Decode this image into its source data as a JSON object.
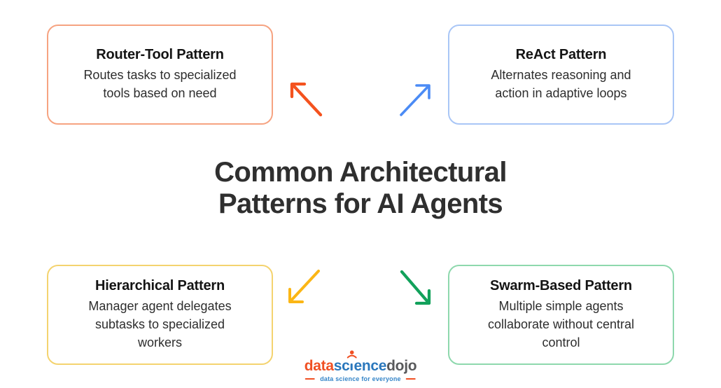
{
  "title": {
    "line1": "Common Architectural",
    "line2": "Patterns for AI Agents"
  },
  "title_color": "#2F2F2F",
  "background_color": "#FFFFFF",
  "cards": [
    {
      "id": "router-tool",
      "title": "Router-Tool Pattern",
      "description": "Routes tasks to specialized\ntools based on need",
      "border_color": "#F6A381",
      "arrow_color": "#F4521E",
      "arrow_direction": "up-left"
    },
    {
      "id": "react",
      "title": "ReAct Pattern",
      "description": "Alternates reasoning and\naction in adaptive loops",
      "border_color": "#A9C6F6",
      "arrow_color": "#4B8BF5",
      "arrow_direction": "up-right"
    },
    {
      "id": "hierarchical",
      "title": "Hierarchical Pattern",
      "description": "Manager agent delegates\nsubtasks to specialized\nworkers",
      "border_color": "#F4D36F",
      "arrow_color": "#FBB615",
      "arrow_direction": "down-left"
    },
    {
      "id": "swarm-based",
      "title": "Swarm-Based Pattern",
      "description": "Multiple simple agents\ncollaborate without central\ncontrol",
      "border_color": "#8ED8AD",
      "arrow_color": "#12A15B",
      "arrow_direction": "down-right"
    }
  ],
  "logo": {
    "word1": "data",
    "word2_pre": "sc",
    "word2_post": "ence",
    "word3": "dojo",
    "tagline": "data science for everyone",
    "colors": {
      "word1": "#F05023",
      "word2": "#2A77BC",
      "word3": "#58595B",
      "tagline": "#3585C8",
      "dash": "#F05023"
    }
  }
}
